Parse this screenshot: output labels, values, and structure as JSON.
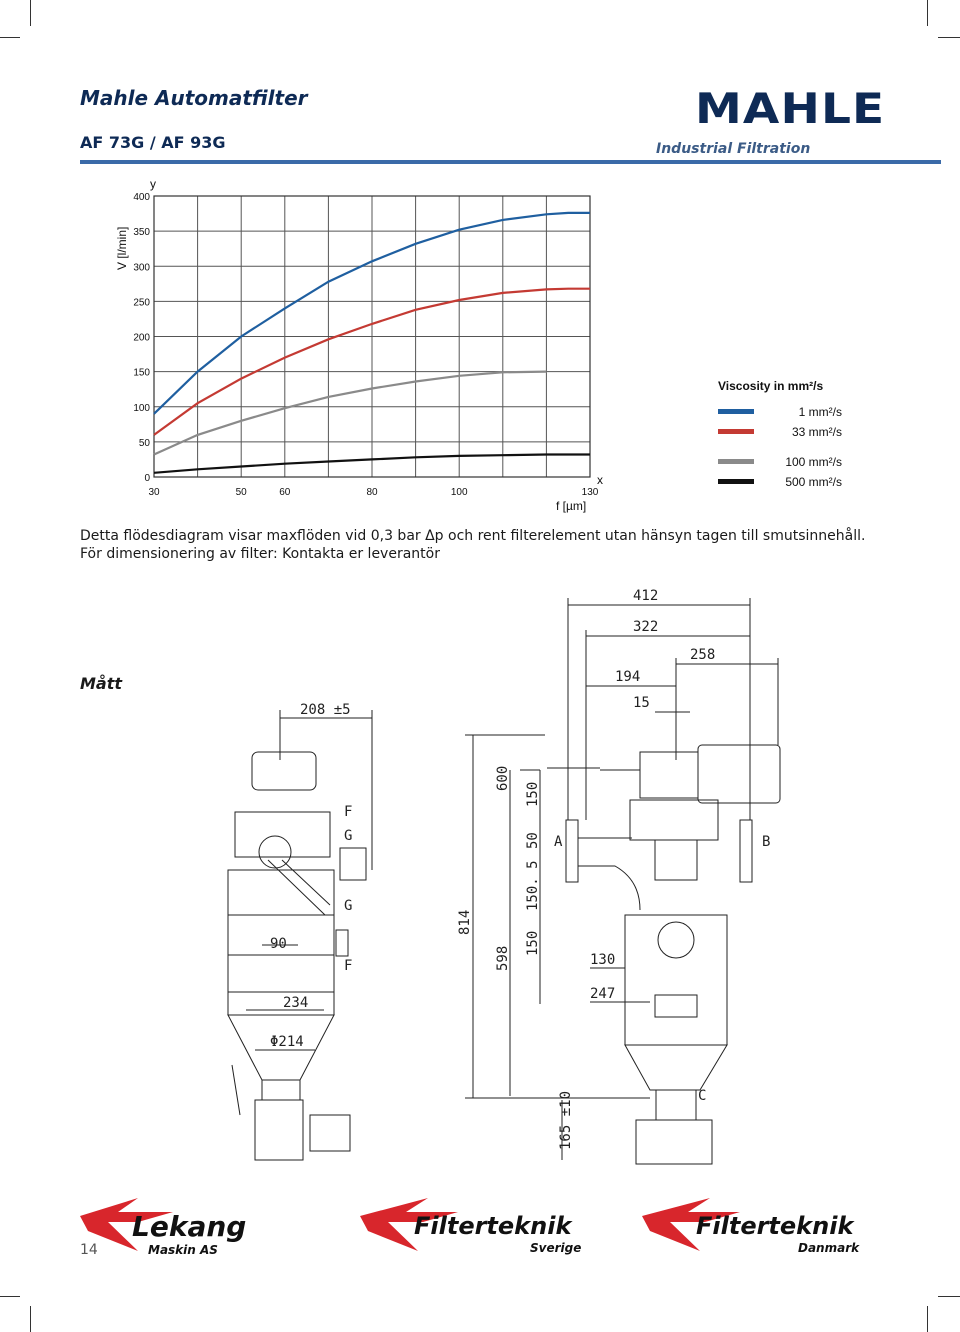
{
  "header": {
    "title": "Mahle Automatfilter",
    "subtitle": "AF 73G / AF 93G",
    "brand": "MAHLE",
    "brand_tagline": "Industrial Filtration"
  },
  "chart_data": {
    "type": "line",
    "xlabel": "f [µm]",
    "ylabel": "V [l/min]",
    "x_axis_letter": "x",
    "y_axis_letter": "y",
    "xlim": [
      30,
      130
    ],
    "ylim": [
      0,
      400
    ],
    "x_ticks": [
      30,
      50,
      60,
      80,
      100,
      130
    ],
    "y_ticks": [
      0,
      50,
      100,
      150,
      200,
      250,
      300,
      350,
      400
    ],
    "grid": true,
    "legend": {
      "title": "Viscosity in mm²/s",
      "placement": "right"
    },
    "series": [
      {
        "name": "1 mm²/s",
        "color": "#1f5fa0",
        "x": [
          30,
          40,
          50,
          60,
          70,
          80,
          90,
          100,
          110,
          120,
          125,
          130
        ],
        "y": [
          90,
          150,
          200,
          240,
          278,
          307,
          332,
          352,
          366,
          374,
          376,
          376
        ]
      },
      {
        "name": "33 mm²/s",
        "color": "#c43a33",
        "x": [
          30,
          40,
          50,
          60,
          70,
          80,
          90,
          100,
          110,
          120,
          125,
          130
        ],
        "y": [
          60,
          105,
          140,
          170,
          196,
          218,
          238,
          252,
          262,
          267,
          268,
          268
        ]
      },
      {
        "name": "100 mm²/s",
        "color": "#8a8a8a",
        "x": [
          30,
          40,
          50,
          60,
          70,
          80,
          90,
          100,
          110,
          120
        ],
        "y": [
          32,
          60,
          80,
          98,
          114,
          126,
          136,
          144,
          149,
          150
        ]
      },
      {
        "name": "500 mm²/s",
        "color": "#111111",
        "x": [
          30,
          40,
          50,
          60,
          70,
          80,
          90,
          100,
          110,
          120,
          130
        ],
        "y": [
          6,
          11,
          15,
          19,
          22,
          25,
          28,
          30,
          31,
          32,
          32
        ]
      }
    ]
  },
  "description": "Detta flödesdiagram visar maxflöden vid 0,3 bar Δp och rent filterelement utan hänsyn tagen till smutsinnehåll. För dimensionering av filter: Kontakta er leverantör",
  "section_title": "Mått",
  "drawing": {
    "dims": [
      "412",
      "322",
      "258",
      "194",
      "15",
      "208 ±5",
      "600",
      "150",
      "50",
      "150. 5",
      "150",
      "814",
      "598",
      "130",
      "247",
      "90",
      "234",
      "Φ214",
      "165 ±10"
    ],
    "letters": [
      "F",
      "G",
      "G",
      "F",
      "A",
      "B",
      "C"
    ]
  },
  "footer": {
    "page_number": "14",
    "logos": [
      {
        "name": "Lekang",
        "sub": "Maskin AS"
      },
      {
        "name": "Filterteknik",
        "sub": "Sverige"
      },
      {
        "name": "Filterteknik",
        "sub": "Danmark"
      }
    ]
  }
}
